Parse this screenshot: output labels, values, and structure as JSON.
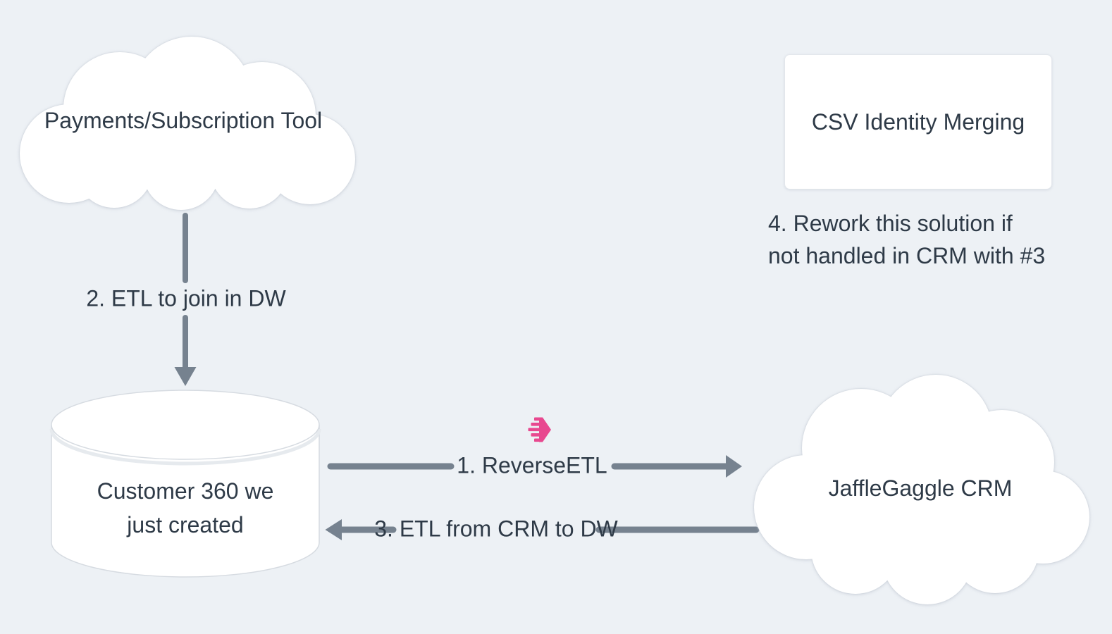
{
  "colors": {
    "background": "#edf1f5",
    "text": "#2e3a47",
    "arrow": "#76828f",
    "node_fill": "#ffffff",
    "node_edge": "#d6dbe1",
    "accent_pink": "#e8488f"
  },
  "nodes": {
    "payments": {
      "shape": "cloud",
      "label": "Payments/Subscription Tool"
    },
    "csv_merge": {
      "shape": "rectangle",
      "label": "CSV Identity Merging"
    },
    "customer360": {
      "shape": "database-cylinder",
      "lines": [
        "Customer 360 we",
        "just created"
      ]
    },
    "crm": {
      "shape": "cloud",
      "label": "JaffleGaggle CRM"
    }
  },
  "edges": {
    "reverse_etl": {
      "label": "1. ReverseETL",
      "direction": "right"
    },
    "etl_join_dw": {
      "label": "2. ETL to join in DW",
      "direction": "down"
    },
    "etl_from_crm": {
      "label": "3. ETL from CRM to DW",
      "direction": "left"
    }
  },
  "annotations": {
    "rework_note": {
      "lines": [
        "4. Rework this solution if",
        "not handled in CRM with #3"
      ]
    }
  },
  "icons": {
    "hightouch_logo": "hightouch-logo-icon"
  }
}
